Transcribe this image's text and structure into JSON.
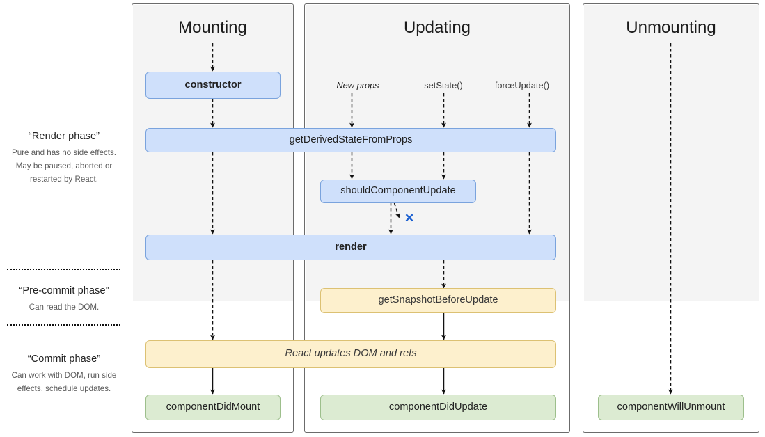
{
  "diagram": {
    "title": "React component lifecycle diagram",
    "colors": {
      "blue_fill": "#cfe0fb",
      "blue_border": "#7aa3dd",
      "yellow_fill": "#fdf0cd",
      "yellow_border": "#dcc173",
      "green_fill": "#dcebd2",
      "green_border": "#9dbf8c",
      "panel_shade": "#f4f4f4",
      "panel_border": "#6b6b6b",
      "x_mark": "#1a5fd0"
    }
  },
  "phases": [
    {
      "title": "“Render phase”",
      "desc": "Pure and has no side effects. May be paused, aborted or restarted by React."
    },
    {
      "title": "“Pre-commit phase”",
      "desc": "Can read the DOM."
    },
    {
      "title": "“Commit phase”",
      "desc": "Can work with DOM, run side effects, schedule updates."
    }
  ],
  "columns": [
    {
      "title": "Mounting"
    },
    {
      "title": "Updating"
    },
    {
      "title": "Unmounting"
    }
  ],
  "triggers": [
    {
      "label": "New props",
      "style": "italic"
    },
    {
      "label": "setState()",
      "style": "normal"
    },
    {
      "label": "forceUpdate()",
      "style": "normal"
    }
  ],
  "nodes": {
    "constructor": "constructor",
    "get_derived_state_from_props": "getDerivedStateFromProps",
    "should_component_update": "shouldComponentUpdate",
    "render": "render",
    "get_snapshot_before_update": "getSnapshotBeforeUpdate",
    "react_updates_dom": "React updates DOM and refs",
    "component_did_mount": "componentDidMount",
    "component_did_update": "componentDidUpdate",
    "component_will_unmount": "componentWillUnmount"
  },
  "markers": {
    "skip_render_x": "✕"
  }
}
